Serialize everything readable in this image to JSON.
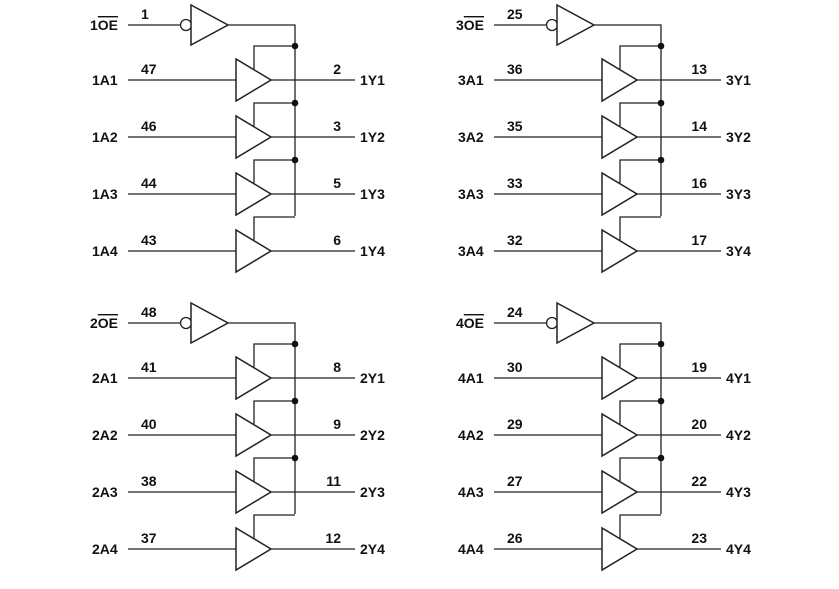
{
  "groups": [
    {
      "oe": {
        "label": "1OE",
        "prefix": "1",
        "bar": "OE",
        "pin": "1"
      },
      "channels": [
        {
          "in_label": "1A1",
          "in_pin": "47",
          "out_pin": "2",
          "out_label": "1Y1"
        },
        {
          "in_label": "1A2",
          "in_pin": "46",
          "out_pin": "3",
          "out_label": "1Y2"
        },
        {
          "in_label": "1A3",
          "in_pin": "44",
          "out_pin": "5",
          "out_label": "1Y3"
        },
        {
          "in_label": "1A4",
          "in_pin": "43",
          "out_pin": "6",
          "out_label": "1Y4"
        }
      ]
    },
    {
      "oe": {
        "label": "3OE",
        "prefix": "3",
        "bar": "OE",
        "pin": "25"
      },
      "channels": [
        {
          "in_label": "3A1",
          "in_pin": "36",
          "out_pin": "13",
          "out_label": "3Y1"
        },
        {
          "in_label": "3A2",
          "in_pin": "35",
          "out_pin": "14",
          "out_label": "3Y2"
        },
        {
          "in_label": "3A3",
          "in_pin": "33",
          "out_pin": "16",
          "out_label": "3Y3"
        },
        {
          "in_label": "3A4",
          "in_pin": "32",
          "out_pin": "17",
          "out_label": "3Y4"
        }
      ]
    },
    {
      "oe": {
        "label": "2OE",
        "prefix": "2",
        "bar": "OE",
        "pin": "48"
      },
      "channels": [
        {
          "in_label": "2A1",
          "in_pin": "41",
          "out_pin": "8",
          "out_label": "2Y1"
        },
        {
          "in_label": "2A2",
          "in_pin": "40",
          "out_pin": "9",
          "out_label": "2Y2"
        },
        {
          "in_label": "2A3",
          "in_pin": "38",
          "out_pin": "11",
          "out_label": "2Y3"
        },
        {
          "in_label": "2A4",
          "in_pin": "37",
          "out_pin": "12",
          "out_label": "2Y4"
        }
      ]
    },
    {
      "oe": {
        "label": "4OE",
        "prefix": "4",
        "bar": "OE",
        "pin": "24"
      },
      "channels": [
        {
          "in_label": "4A1",
          "in_pin": "30",
          "out_pin": "19",
          "out_label": "4Y1"
        },
        {
          "in_label": "4A2",
          "in_pin": "29",
          "out_pin": "20",
          "out_label": "4Y2"
        },
        {
          "in_label": "4A3",
          "in_pin": "27",
          "out_pin": "22",
          "out_label": "4Y3"
        },
        {
          "in_label": "4A4",
          "in_pin": "26",
          "out_pin": "23",
          "out_label": "4Y4"
        }
      ]
    }
  ]
}
